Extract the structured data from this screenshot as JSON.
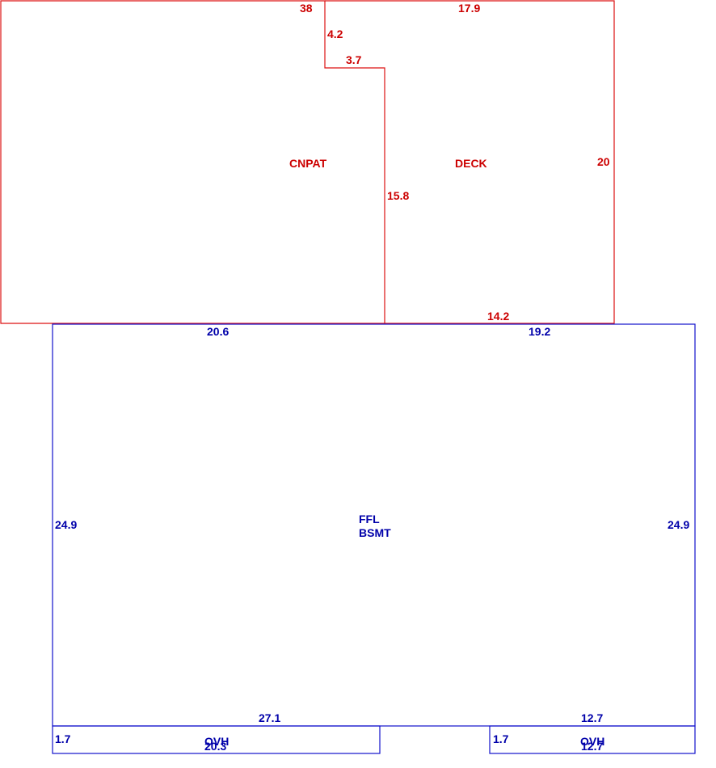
{
  "colors": {
    "exterior_area": "#cc0000",
    "living_area": "#0000aa"
  },
  "areas": {
    "cnpat": {
      "label": "CNPAT",
      "dims": {
        "top": "38",
        "notch_drop": "4.2",
        "notch_run": "3.7",
        "right": "15.8",
        "bottom": "20.6"
      }
    },
    "deck": {
      "label": "DECK",
      "dims": {
        "top": "17.9",
        "right": "20",
        "bottom": "14.2",
        "bottom_blue": "19.2"
      }
    },
    "ffl_bsmt": {
      "label_line1": "FFL",
      "label_line2": "BSMT",
      "dims": {
        "left": "24.9",
        "right": "24.9",
        "bottom_left": "27.1",
        "bottom_right": "12.7"
      }
    },
    "ovh_left": {
      "label": "OVH",
      "dims": {
        "depth": "1.7",
        "length": "20.3"
      }
    },
    "ovh_right": {
      "label": "OVH",
      "dims": {
        "depth": "1.7",
        "length": "12.7"
      }
    }
  }
}
